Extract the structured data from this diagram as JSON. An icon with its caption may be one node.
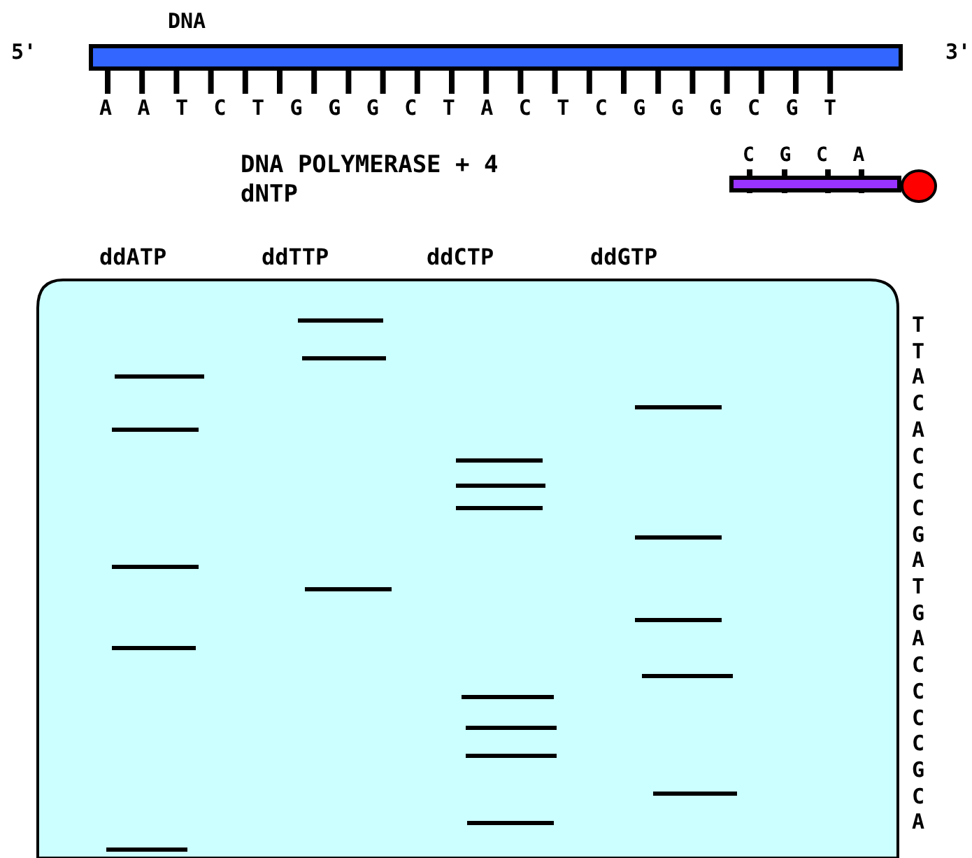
{
  "diagram": {
    "labels": [
      "DNA",
      "5'",
      "3'",
      "A A T C T G G G C T A C T C G G G C G T",
      "C G C A",
      "DNA POLYMERASE + 4 dNTP",
      "ddATP",
      "ddTTP",
      "ddCTP",
      "ddGTP",
      "TTACACCCGATGACCCCGCA"
    ]
  }
}
